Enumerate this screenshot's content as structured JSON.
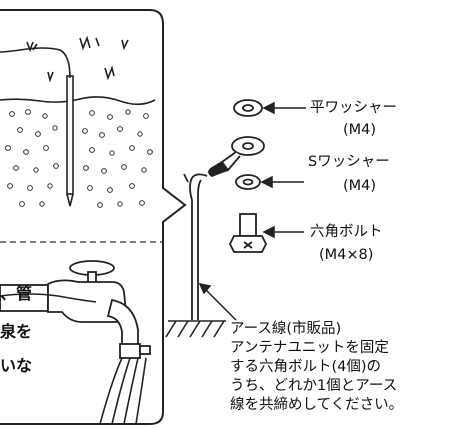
{
  "labels": {
    "flat_washer": "平ワッシャー",
    "flat_washer_size": "(M4)",
    "spring_washer": "Sワッシャー",
    "spring_washer_size": "(M4)",
    "hex_bolt": "六角ボルト",
    "hex_bolt_size": "(M4×8)"
  },
  "note": {
    "lines": [
      "アース線(市販品)",
      "アンテナユニットを固定",
      "する六角ボルト(4個)の",
      "うち、どれか1個とアース",
      "線を共締めしてください。"
    ]
  },
  "left_fragments": {
    "line1": "、管",
    "line2": "泉を",
    "line3": "いな"
  }
}
